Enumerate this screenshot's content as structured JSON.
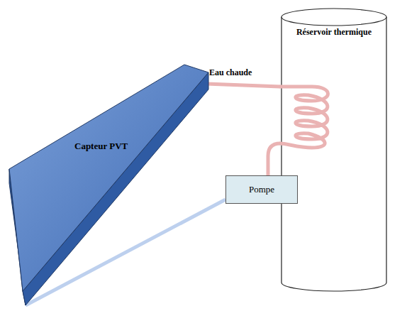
{
  "diagram": {
    "nodes": [
      {
        "text": [
          "Capteur PVT"
        ]
      },
      {
        "text": [
          "Réservoir thermique"
        ]
      },
      {
        "text": [
          "Pompe"
        ]
      }
    ],
    "edges": [
      {
        "from": 0,
        "to": 1,
        "arrow": "none",
        "label": "Eau chaude"
      },
      {
        "from": 1,
        "to": 2,
        "arrow": "none"
      },
      {
        "from": 2,
        "to": 0,
        "arrow": "none"
      }
    ]
  }
}
